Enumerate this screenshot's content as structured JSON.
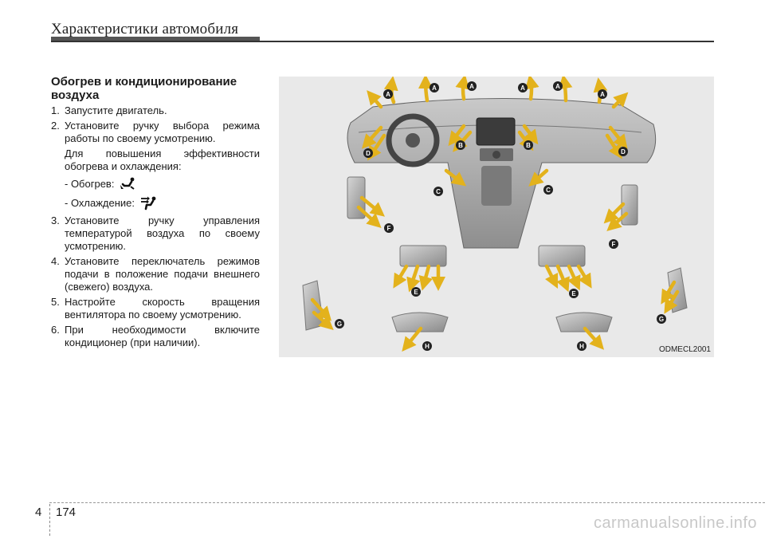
{
  "header": {
    "title": "Характеристики автомобиля"
  },
  "section": {
    "title": "Обогрев и кондиционирование воздуха"
  },
  "steps": [
    {
      "num": "1.",
      "text": "Запустите двигатель."
    },
    {
      "num": "2.",
      "text": "Установите ручку выбора режима работы по своему усмотрению."
    },
    {
      "num": "3.",
      "text": "Установите ручку управления температурой воздуха по своему усмотрению."
    },
    {
      "num": "4.",
      "text": "Установите переключатель режимов подачи в положение подачи внешнего (свежего) воздуха."
    },
    {
      "num": "5.",
      "text": "Настройте скорость вращения вентилятора по своему усмотрению."
    },
    {
      "num": "6.",
      "text": "При необходимости включите кондиционер (при наличии)."
    }
  ],
  "step2_note": "Для повышения эффективности обогрева и охлаждения:",
  "modes": {
    "heating": "- Обогрев:",
    "cooling": "- Охлаждение:"
  },
  "figure": {
    "code": "ODMECL2001",
    "labels": {
      "A": "A",
      "B": "B",
      "C": "C",
      "D": "D",
      "E": "E",
      "F": "F",
      "G": "G",
      "H": "H"
    },
    "colors": {
      "arrow": "#e3b21c",
      "label_bg": "#222222",
      "background": "#e9e9e9"
    }
  },
  "footer": {
    "chapter": "4",
    "page": "174"
  },
  "watermark": "carmanualsonline.info"
}
